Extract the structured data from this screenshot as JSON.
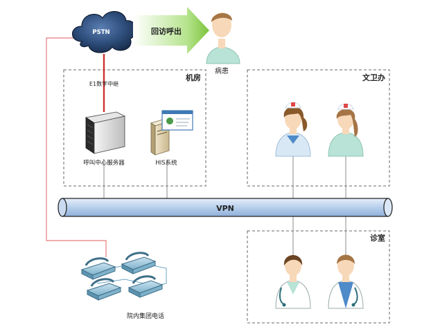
{
  "nodes": {
    "pstn": "PSTN",
    "callback": "回访呼出",
    "patient": "病患",
    "e1_relay": "E1数字中继",
    "call_center_server": "呼叫中心服务器",
    "his_system": "HIS系统",
    "hospital_group_phones": "院内集团电话"
  },
  "zones": {
    "machine_room": "机房",
    "health_office": "文卫办",
    "clinic": "诊室"
  },
  "backbone": {
    "label": "VPN"
  },
  "colors": {
    "red_link": "#d32f2f",
    "pink_link": "#e77b7b",
    "vpn_tube": "#bcd2ee",
    "vpn_tube_edge": "#1a1a1a",
    "arrow_green": "#8fd14f",
    "nurse_scrub": "#b8e3d6",
    "doctor_coat": "#ffffff",
    "skin": "#f7d8b8"
  }
}
